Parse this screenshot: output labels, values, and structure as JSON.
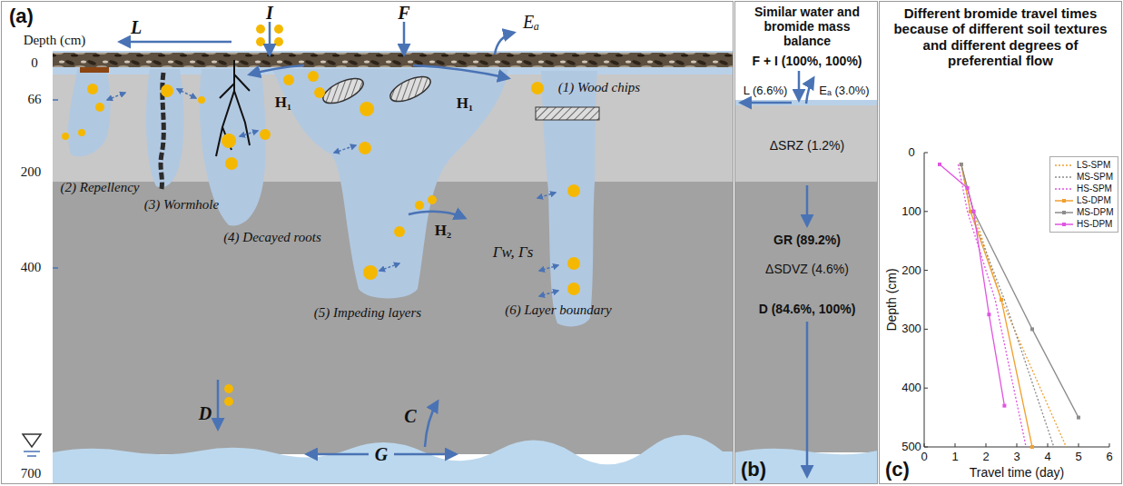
{
  "diagram": {
    "nodes": [
      {
        "text": [
          "(a)"
        ]
      },
      {
        "text": [
          "(b)"
        ]
      },
      {
        "text": [
          "(c)"
        ]
      }
    ],
    "labels": [
      "Depth (cm)",
      "0",
      "66",
      "200",
      "400",
      "700",
      "L",
      "I",
      "F",
      "Eₐ",
      "H₁",
      "H₁",
      "H₂",
      "(1) Wood chips",
      "(2) Repellency",
      "(3) Wormhole",
      "(4) Decayed roots",
      "(5) Impeding layers",
      "(6) Layer boundary",
      "Γw, Γs",
      "D",
      "C",
      "G",
      "Similar water and bromide mass balance",
      "F + I (100%, 100%)",
      "L (6.6%)",
      "Eₐ (3.0%)",
      "ΔSRZ (1.2%)",
      "GR (89.2%)",
      "ΔSDVZ (4.6%)",
      "D (84.6%, 100%)",
      "Different bromide travel times because of different soil textures and different degrees of preferential flow",
      "Depth (cm)",
      "0",
      "100",
      "200",
      "300",
      "400",
      "500",
      "0",
      "1",
      "2",
      "3",
      "4",
      "5",
      "6",
      "Travel time (day)"
    ],
    "legend": [
      {
        "text": "LS-SPM"
      },
      {
        "text": "MS-SPM"
      },
      {
        "text": "HS-SPM"
      },
      {
        "text": "LS-DPM"
      },
      {
        "text": "MS-DPM"
      },
      {
        "text": "HS-DPM"
      }
    ]
  }
}
